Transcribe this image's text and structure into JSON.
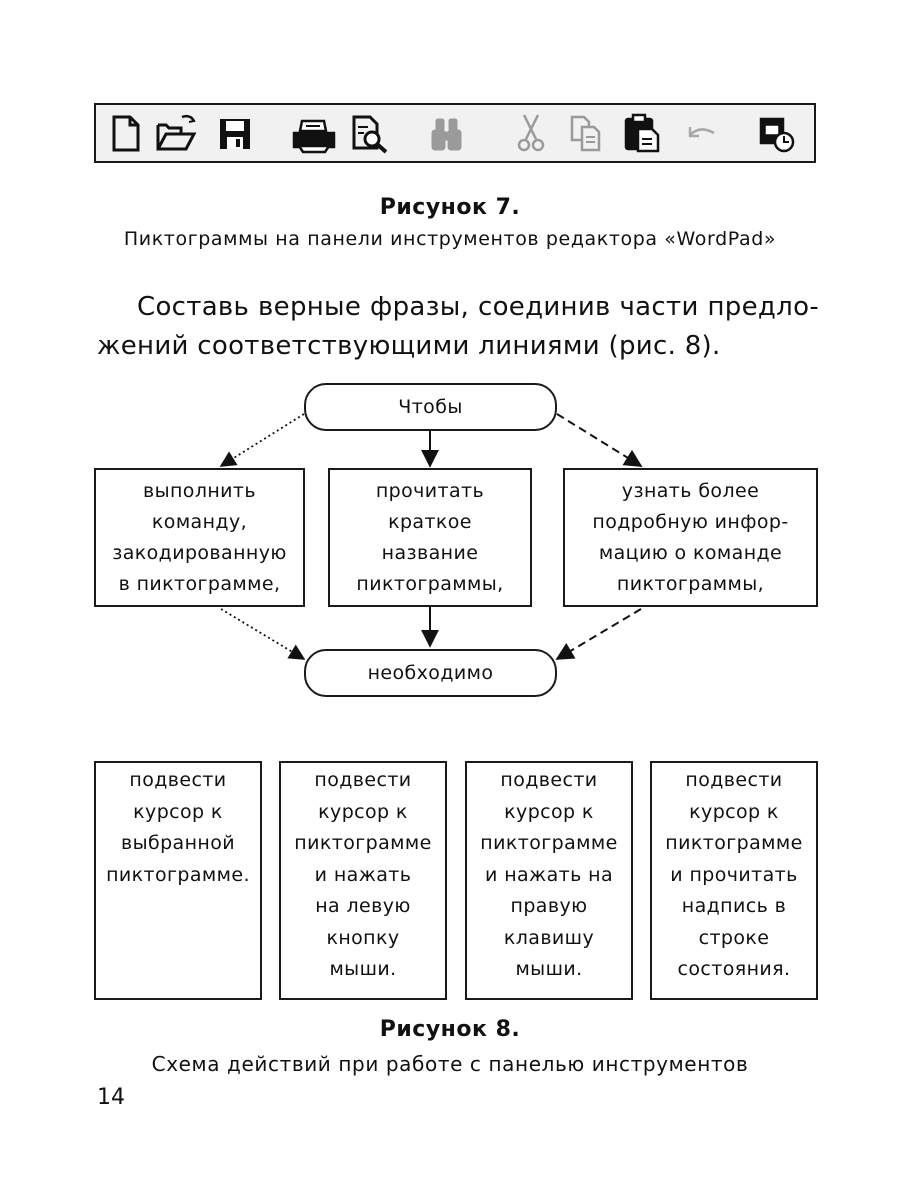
{
  "toolbar": {
    "icons": [
      "new-document-icon",
      "open-folder-icon",
      "save-disk-icon",
      "print-icon",
      "print-preview-icon",
      "find-binoculars-icon",
      "cut-scissors-icon",
      "copy-icon",
      "paste-icon",
      "undo-icon",
      "date-time-icon"
    ],
    "disabled_icons": [
      "find-binoculars-icon",
      "cut-scissors-icon",
      "copy-icon",
      "undo-icon"
    ]
  },
  "figure7": {
    "title": "Рисунок 7.",
    "caption": "Пиктограммы на панели инструментов редактора «WordPad»"
  },
  "task": {
    "line1": "Составь верные фразы, соединив части предло-",
    "line2": "жений соответствующими линиями (рис. 8)."
  },
  "diagram": {
    "top": "Чтобы",
    "options": [
      [
        "выполнить",
        "команду,",
        "закодированную",
        "в пиктограмме,"
      ],
      [
        "прочитать",
        "краткое",
        "название",
        "пиктограммы,"
      ],
      [
        "узнать более",
        "подробную инфор-",
        "мацию о команде",
        "пиктограммы,"
      ]
    ],
    "bottom": "необходимо"
  },
  "answers": [
    [
      "подвести",
      "курсор к",
      "выбранной",
      "пиктограмме."
    ],
    [
      "подвести",
      "курсор к",
      "пиктограмме",
      "и нажать",
      "на левую",
      "кнопку",
      "мыши."
    ],
    [
      "подвести",
      "курсор к",
      "пиктограмме",
      "и нажать на",
      "правую",
      "клавишу",
      "мыши."
    ],
    [
      "подвести",
      "курсор к",
      "пиктограмме",
      "и прочитать",
      "надпись в",
      "строке",
      "состояния."
    ]
  ],
  "figure8": {
    "title": "Рисунок 8.",
    "caption": "Схема действий при работе с панелью инструментов"
  },
  "page_number": "14"
}
